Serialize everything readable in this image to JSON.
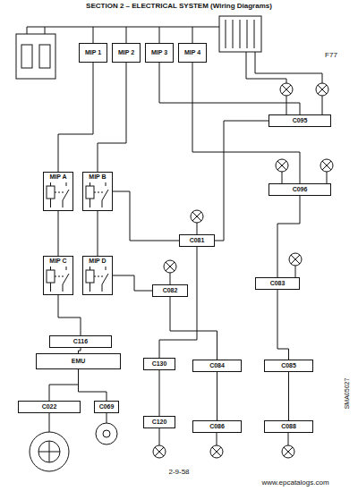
{
  "diagram": {
    "title": "SECTION 2 – ELECTRICAL SYSTEM (Wiring Diagrams)",
    "nodes": [
      {
        "text": [
          "MIP 1"
        ]
      },
      {
        "text": [
          "MIP 2"
        ]
      },
      {
        "text": [
          "MIP 3"
        ]
      },
      {
        "text": [
          "MIP 4"
        ]
      },
      {
        "text": [
          "C095"
        ]
      },
      {
        "text": [
          "MIP A"
        ]
      },
      {
        "text": [
          "MIP B"
        ]
      },
      {
        "text": [
          "C096"
        ]
      },
      {
        "text": [
          "C081"
        ]
      },
      {
        "text": [
          "C082"
        ]
      },
      {
        "text": [
          "C083"
        ]
      },
      {
        "text": [
          "MIP C"
        ]
      },
      {
        "text": [
          "MIP D"
        ]
      },
      {
        "text": [
          "C116"
        ]
      },
      {
        "text": [
          "EMU"
        ]
      },
      {
        "text": [
          "C130"
        ]
      },
      {
        "text": [
          "C084"
        ]
      },
      {
        "text": [
          "C085"
        ]
      },
      {
        "text": [
          "C022"
        ]
      },
      {
        "text": [
          "C069"
        ]
      },
      {
        "text": [
          "C120"
        ]
      },
      {
        "text": [
          "C086"
        ]
      },
      {
        "text": [
          "C088"
        ]
      }
    ],
    "edges": [
      {
        "from": 0,
        "to": 5,
        "arrow": "none"
      },
      {
        "from": 1,
        "to": 6,
        "arrow": "none"
      },
      {
        "from": 2,
        "to": 4,
        "arrow": "none"
      },
      {
        "from": 3,
        "to": 7,
        "arrow": "none"
      },
      {
        "from": 5,
        "to": 11,
        "arrow": "none"
      },
      {
        "from": 6,
        "to": 12,
        "arrow": "none"
      },
      {
        "from": 11,
        "to": 13,
        "arrow": "none"
      },
      {
        "from": 13,
        "to": 14,
        "arrow": "none"
      },
      {
        "from": 14,
        "to": 18,
        "arrow": "none"
      },
      {
        "from": 14,
        "to": 19,
        "arrow": "none"
      },
      {
        "from": 4,
        "to": 8,
        "arrow": "none"
      },
      {
        "from": 7,
        "to": 10,
        "arrow": "none"
      },
      {
        "from": 8,
        "to": 15,
        "arrow": "none"
      },
      {
        "from": 9,
        "to": 16,
        "arrow": "none"
      },
      {
        "from": 10,
        "to": 17,
        "arrow": "none"
      },
      {
        "from": 16,
        "to": 21,
        "arrow": "none"
      },
      {
        "from": 17,
        "to": 22,
        "arrow": "none"
      },
      {
        "from": 15,
        "to": 20,
        "arrow": "none"
      },
      {
        "from": 12,
        "to": 9,
        "arrow": "none"
      },
      {
        "from": 6,
        "to": 8,
        "arrow": "none"
      }
    ],
    "labels": [
      "F77",
      "2-9-58",
      "www.epcatalogs.com",
      "SMA05027"
    ]
  }
}
